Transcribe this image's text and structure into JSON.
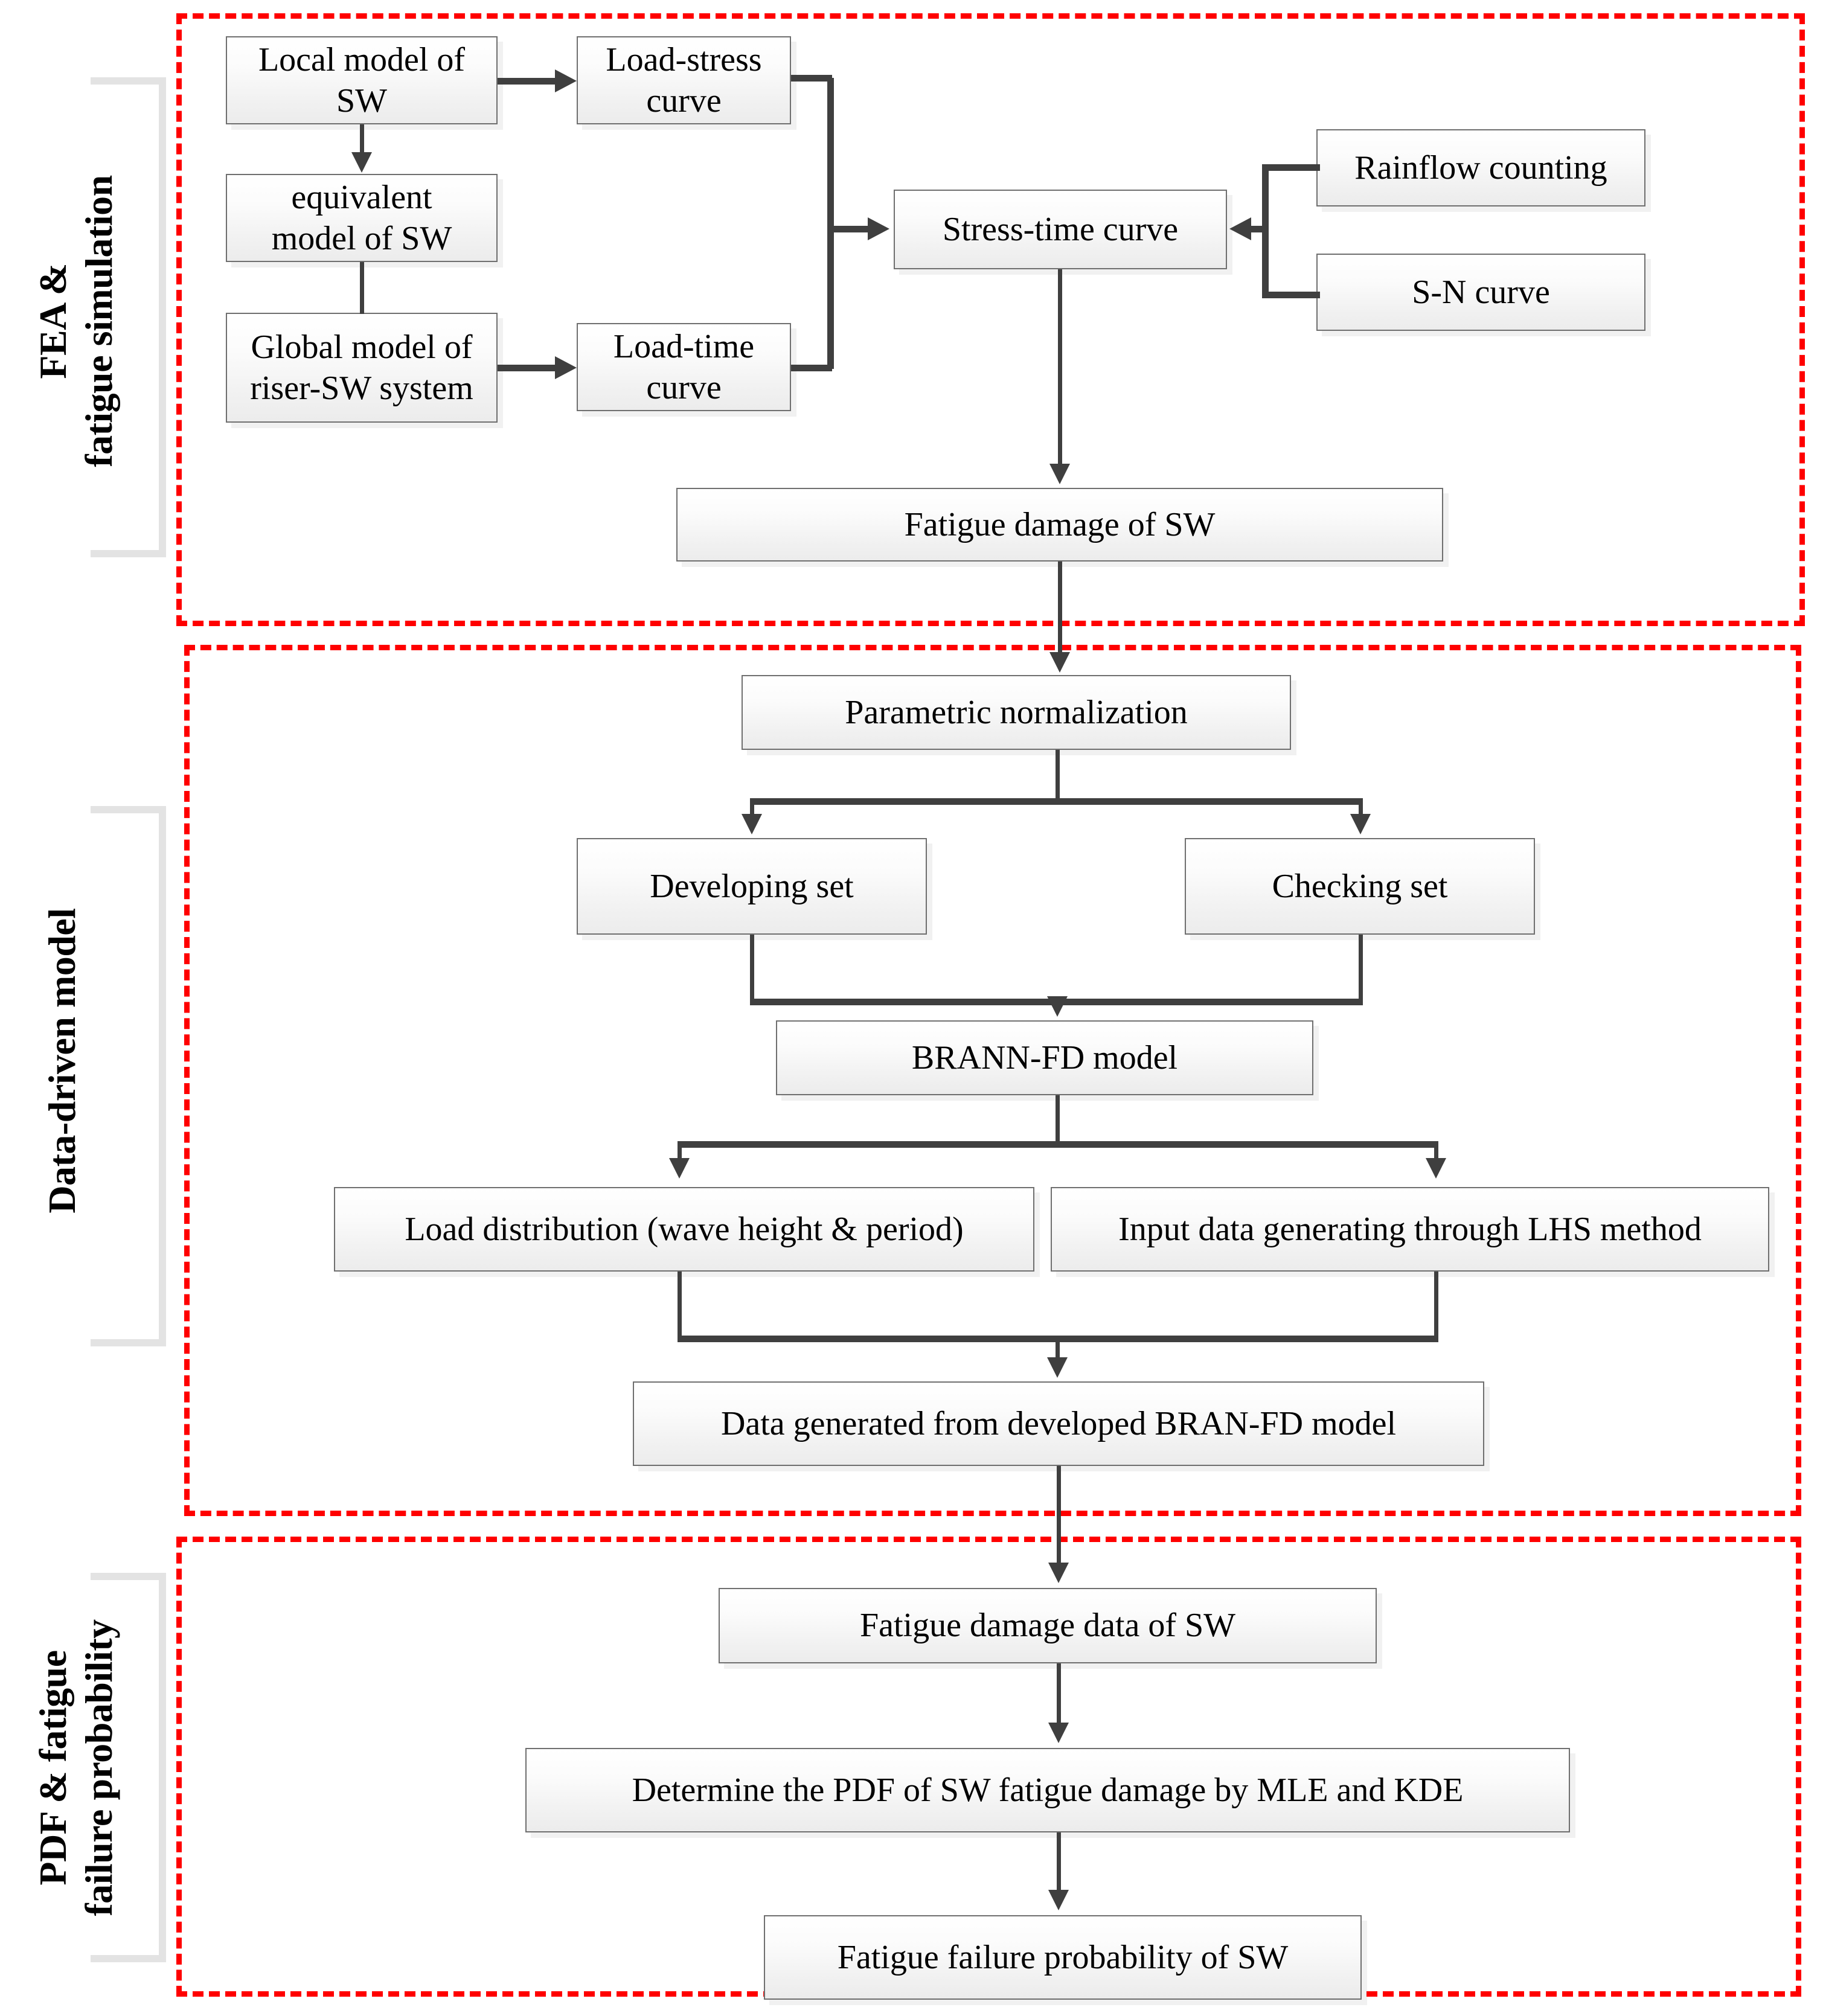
{
  "diagram": {
    "title": "Fatigue reliability assessment framework flowchart",
    "accent_color": "#FF0000",
    "box_border_color": "#6f6f6f",
    "connector_color": "#3f3f3f",
    "sections": [
      {
        "id": "fea",
        "label": "FEA &\nfatigue simulation"
      },
      {
        "id": "ddm",
        "label": "Data-driven model"
      },
      {
        "id": "pdf",
        "label": "PDF & fatigue\nfailure probability"
      }
    ]
  },
  "nodes": {
    "local_model": "Local model of\nSW",
    "load_stress": "Load-stress\ncurve",
    "equivalent_model": "equivalent\nmodel of SW",
    "global_model": "Global model of\nriser-SW system",
    "load_time": "Load-time\ncurve",
    "stress_time": "Stress-time curve",
    "rainflow": "Rainflow counting",
    "sn_curve": "S-N curve",
    "fatigue_damage": "Fatigue damage of SW",
    "parametric_norm": "Parametric normalization",
    "developing_set": "Developing set",
    "checking_set": "Checking set",
    "brann_fd": "BRANN-FD model",
    "load_distribution": "Load distribution (wave height & period)",
    "lhs_input": "Input data generating through LHS method",
    "data_generated": "Data generated from developed BRAN-FD model",
    "fatigue_damage_data": "Fatigue damage data of SW",
    "determine_pdf": "Determine the PDF of SW fatigue damage by MLE and KDE",
    "failure_probability": "Fatigue failure probability of SW"
  }
}
